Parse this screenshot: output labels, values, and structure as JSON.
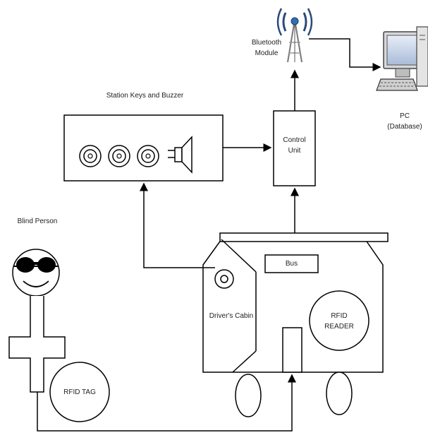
{
  "labels": {
    "bluetooth_line1": "Bluetooth",
    "bluetooth_line2": "Module",
    "pc_line1": "PC",
    "pc_line2": "(Database)",
    "station_keys": "Station Keys and Buzzer",
    "control_line1": "Control",
    "control_line2": "Unit",
    "blind_person": "Blind Person",
    "bus": "Bus",
    "drivers_cabin": "Driver's Cabin",
    "rfid_reader_line1": "RFID",
    "rfid_reader_line2": "READER",
    "rfid_tag": "RFID TAG"
  }
}
